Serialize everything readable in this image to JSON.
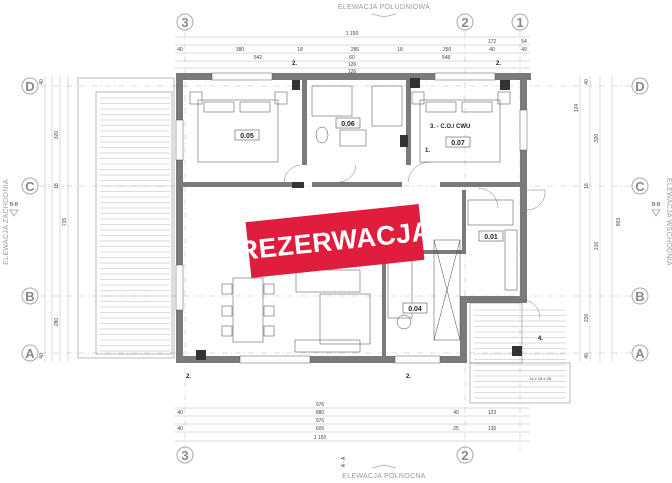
{
  "elevations": {
    "south": "ELEWACJA POŁUDNIOWA",
    "north": "ELEWACJA PÓŁNOCNA",
    "west": "ELEWACJA ZACHODNIA",
    "east": "ELEWACJA WSCHODNIA"
  },
  "axes": {
    "columns": [
      "3",
      "2",
      "1"
    ],
    "rows": [
      "D",
      "C",
      "B",
      "A"
    ]
  },
  "section_marks": {
    "bb": "B-B",
    "aa": "A - A"
  },
  "rooms": [
    "0.05",
    "0.06",
    "0.07",
    "0.01",
    "0.04"
  ],
  "room_label": "3. - C.O./ CWU",
  "notes": [
    "1.",
    "2.",
    "2.",
    "2.",
    "2.",
    "4."
  ],
  "stair": "14 x 18 x 28",
  "dims": {
    "top_total": "1 150",
    "top_row1": [
      "172",
      "54"
    ],
    "top_row2": [
      "40",
      "380",
      "18",
      "286",
      "18",
      "350",
      "40",
      "49"
    ],
    "top_row3": [
      "542",
      "60",
      "548"
    ],
    "top_row4": [
      "126",
      "126"
    ],
    "bottom_row1": [
      "976"
    ],
    "bottom_row2": [
      "40",
      "880",
      "40",
      "123"
    ],
    "bottom_row3": [
      "976"
    ],
    "bottom_row4": [
      "40",
      "605",
      "25",
      "130"
    ],
    "bottom_total": "1 150",
    "left": [
      "40",
      "320",
      "18",
      "280",
      "40",
      "715"
    ],
    "right": [
      "40",
      "124",
      "320",
      "216",
      "16",
      "226",
      "40",
      "803"
    ]
  },
  "stamp": "REZERWACJA"
}
